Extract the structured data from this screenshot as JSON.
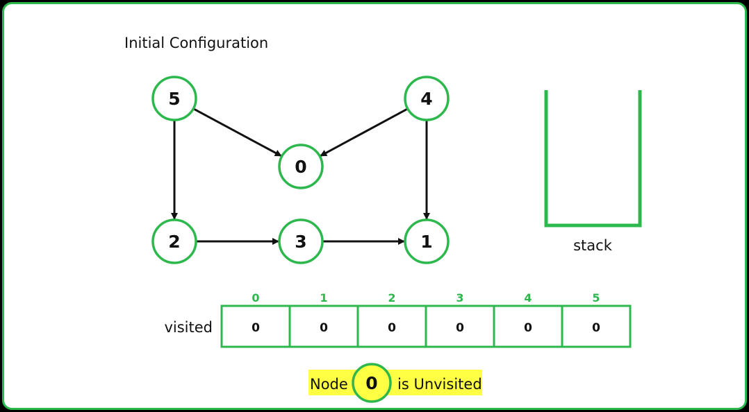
{
  "title": "Initial Configuration",
  "stack_label": "stack",
  "visited_label": "visited",
  "visited": {
    "indices": [
      "0",
      "1",
      "2",
      "3",
      "4",
      "5"
    ],
    "values": [
      "0",
      "0",
      "0",
      "0",
      "0",
      "0"
    ]
  },
  "status": {
    "prefix": "Node",
    "node": "0",
    "suffix": "is Unvisited"
  },
  "graph": {
    "nodes": [
      "5",
      "4",
      "0",
      "2",
      "3",
      "1"
    ],
    "edges": [
      {
        "from": "5",
        "to": "0"
      },
      {
        "from": "4",
        "to": "0"
      },
      {
        "from": "5",
        "to": "2"
      },
      {
        "from": "4",
        "to": "1"
      },
      {
        "from": "2",
        "to": "3"
      },
      {
        "from": "3",
        "to": "1"
      }
    ]
  },
  "colors": {
    "accent": "#2db84d",
    "highlight": "#ffff44",
    "node_fill": "#ffffff",
    "edge": "#111111"
  }
}
